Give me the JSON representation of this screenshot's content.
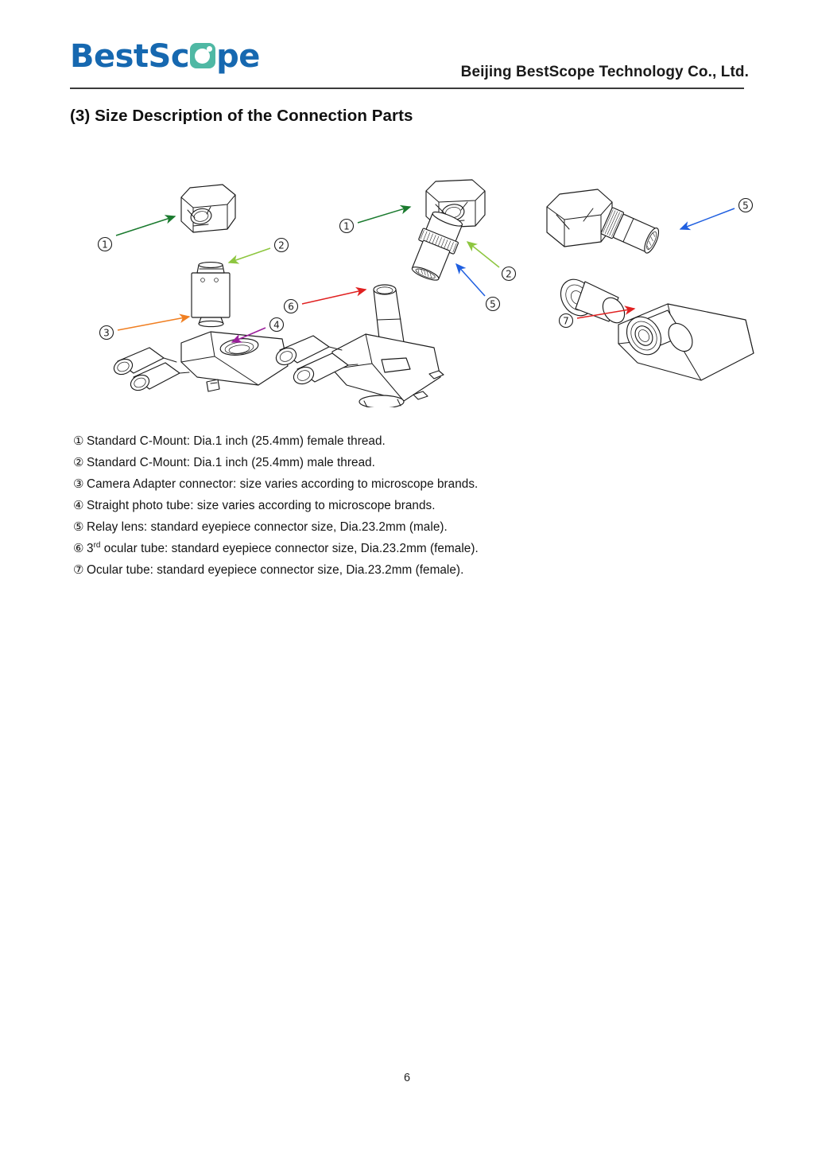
{
  "header": {
    "logo_text_before": "BestSc",
    "logo_icon": "teal-o-lens-icon",
    "logo_text_after": "pe",
    "company_name": "Beijing BestScope Technology Co., Ltd.",
    "brand_color": "#1668b0",
    "accent_color": "#4fb8a4",
    "rule_color": "#3a3a3a"
  },
  "section": {
    "title": "(3) Size Description of the Connection Parts"
  },
  "figure": {
    "caption_alt": "Exploded diagrams of microscope camera connection parts",
    "diagrams": [
      {
        "name": "c-mount-adapter-assembly",
        "parts": [
          "camera",
          "camera-adapter",
          "trinocular-head-straight-photo-tube"
        ],
        "callouts": [
          {
            "marker": "①",
            "color": "#1a7a2e"
          },
          {
            "marker": "②",
            "color": "#8dc63f"
          },
          {
            "marker": "③",
            "color": "#f07f22"
          },
          {
            "marker": "④",
            "color": "#9b1f9b"
          }
        ]
      },
      {
        "name": "relay-lens-third-ocular-assembly",
        "parts": [
          "camera",
          "relay-lens",
          "trinocular-head-third-ocular-tube"
        ],
        "callouts": [
          {
            "marker": "①",
            "color": "#1a7a2e"
          },
          {
            "marker": "②",
            "color": "#8dc63f"
          },
          {
            "marker": "⑤",
            "color": "#1f5fe0"
          },
          {
            "marker": "⑥",
            "color": "#e02020"
          }
        ]
      },
      {
        "name": "relay-lens-ocular-tube-assembly",
        "parts": [
          "camera-with-relay-lens",
          "binocular-head-ocular-tube"
        ],
        "callouts": [
          {
            "marker": "⑤",
            "color": "#1f5fe0"
          },
          {
            "marker": "⑦",
            "color": "#e02020"
          }
        ]
      }
    ]
  },
  "legend": {
    "items": [
      {
        "marker": "①",
        "text": "Standard C-Mount: Dia.1 inch (25.4mm) female thread."
      },
      {
        "marker": "②",
        "text": "Standard C-Mount: Dia.1 inch (25.4mm) male thread."
      },
      {
        "marker": "③",
        "text": "Camera Adapter connector: size varies according to microscope brands."
      },
      {
        "marker": "④",
        "text": "Straight photo tube: size varies according to microscope brands."
      },
      {
        "marker": "⑤",
        "text": "Relay lens: standard eyepiece connector size, Dia.23.2mm (male)."
      },
      {
        "marker": "⑥",
        "text_before": "3",
        "superscript": "rd",
        "text_after": " ocular tube: standard eyepiece connector size, Dia.23.2mm (female)."
      },
      {
        "marker": "⑦",
        "text": "Ocular tube: standard eyepiece connector size, Dia.23.2mm (female)."
      }
    ]
  },
  "footer": {
    "page_number": "6"
  }
}
